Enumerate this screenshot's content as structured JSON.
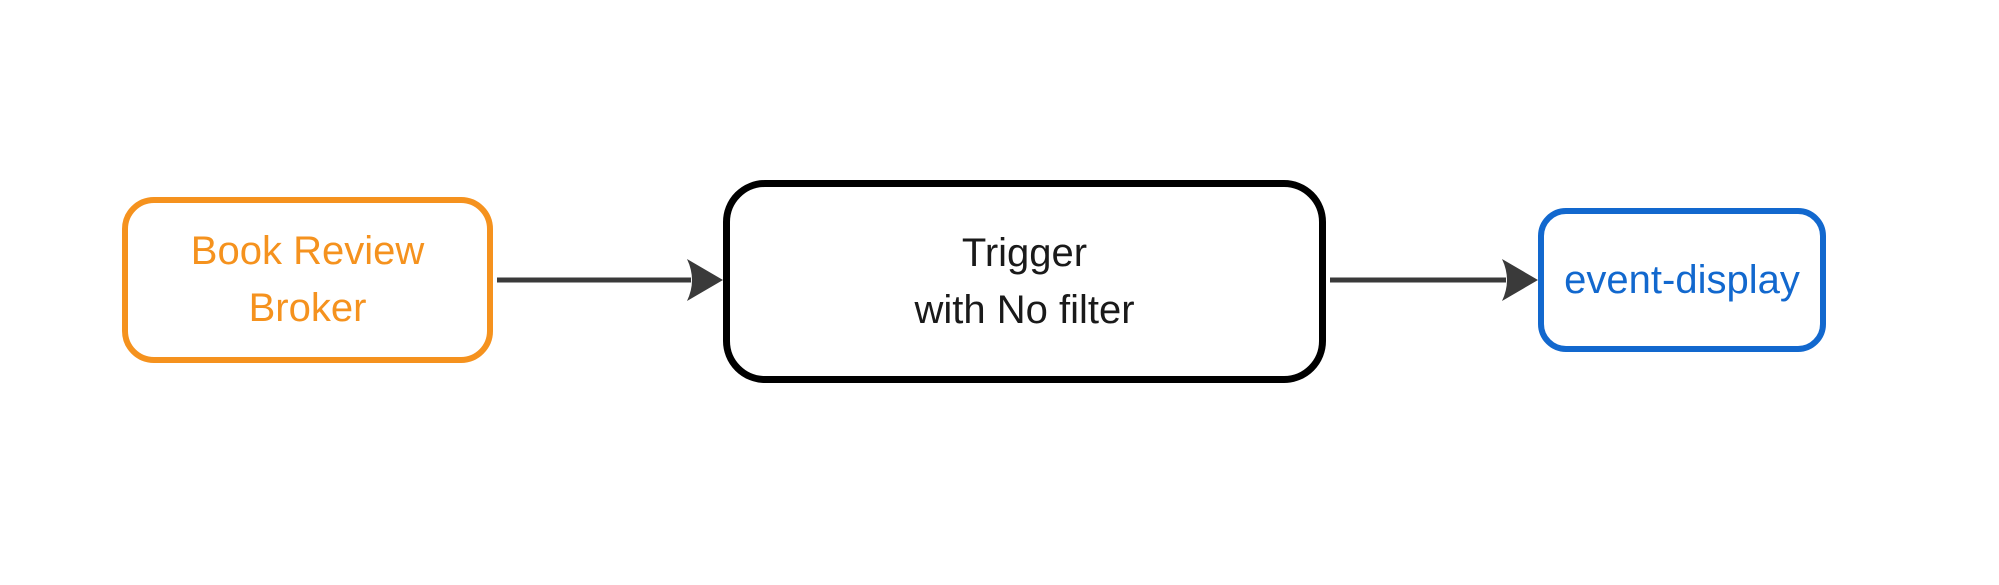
{
  "diagram": {
    "type": "flowchart",
    "direction": "left-to-right",
    "background_color": "#FFFFFF",
    "nodes": {
      "broker": {
        "label": "Book Review Broker",
        "lines": [
          "Book Review",
          "Broker"
        ],
        "border_color": "#F5921E",
        "text_color": "#F5921E",
        "shape": "rounded-rectangle"
      },
      "trigger": {
        "label": "Trigger with No filter",
        "lines": [
          "Trigger",
          "with No filter"
        ],
        "border_color": "#000000",
        "text_color": "#1A1A1A",
        "shape": "rounded-rectangle"
      },
      "sink": {
        "label": "event-display",
        "lines": [
          "event-display"
        ],
        "border_color": "#1268CE",
        "text_color": "#1268CE",
        "shape": "rounded-rectangle"
      }
    },
    "edges": [
      {
        "from": "Book Review Broker",
        "to": "Trigger with No filter",
        "style": "solid",
        "arrow": "filled-dart",
        "color": "#3A3A3A"
      },
      {
        "from": "Trigger with No filter",
        "to": "event-display",
        "style": "solid",
        "arrow": "filled-dart",
        "color": "#3A3A3A"
      }
    ]
  }
}
